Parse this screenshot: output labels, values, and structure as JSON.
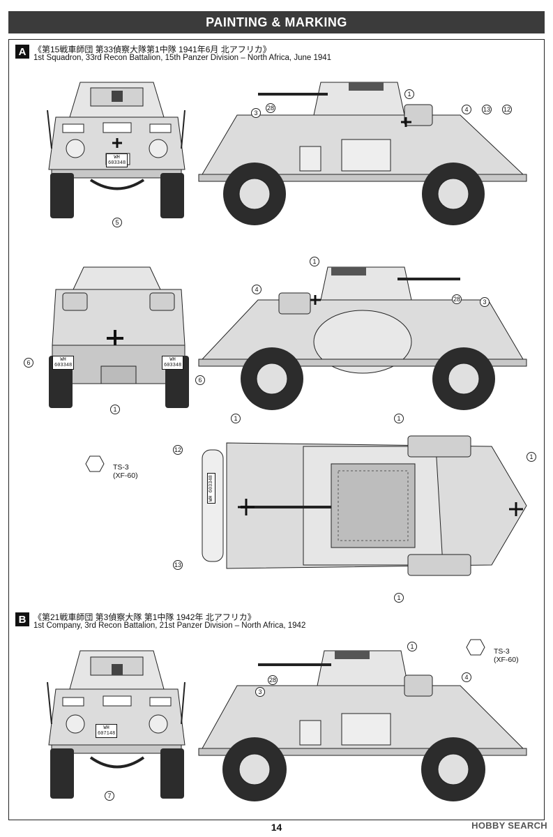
{
  "header": {
    "title": "PAINTING & MARKING"
  },
  "sectionA": {
    "letter": "A",
    "jp": "《第15戦車師団 第33偵察大隊第1中隊 1941年6月 北アフリカ》",
    "en": "1st Squadron, 33rd Recon Battalion, 15th Panzer Division – North Africa, June 1941",
    "plate_front": [
      "WH",
      "603348"
    ],
    "plate_rear_l": [
      "WH",
      "603348"
    ],
    "plate_rear_r": [
      "WH",
      "603348"
    ],
    "plate_top": "WH 603348",
    "callouts": {
      "front_5": "5",
      "side_1": "1",
      "side_3": "3",
      "side_28": "28",
      "side_4": "4",
      "side_13": "13",
      "side_12": "12",
      "rear_1": "1",
      "rear_6l": "6",
      "rear_6r": "6",
      "side2_1": "1",
      "side2_4": "4",
      "side2_28": "28",
      "side2_3": "3",
      "top_1a": "1",
      "top_12": "12",
      "top_1b": "1",
      "top_1c": "1",
      "top_13": "13",
      "top_1d": "1"
    },
    "paint": {
      "code": "TS-3",
      "sub": "(XF-60)"
    }
  },
  "sectionB": {
    "letter": "B",
    "jp": "《第21戦車師団 第3偵察大隊 第1中隊 1942年 北アフリカ》",
    "en": "1st Company, 3rd Recon Battalion, 21st Panzer Division – North Africa, 1942",
    "plate_front": [
      "WH",
      "607148"
    ],
    "callouts": {
      "front_7": "7",
      "side_1": "1",
      "side_28": "28",
      "side_3": "3",
      "side_4": "4"
    },
    "paint": {
      "code": "TS-3",
      "sub": "(XF-60)"
    }
  },
  "footer": {
    "page": "14",
    "watermark": "HOBBY SEARCH"
  },
  "colors": {
    "vehicle": "#dcdcdc",
    "line": "#222222",
    "bar": "#3b3b3b"
  }
}
